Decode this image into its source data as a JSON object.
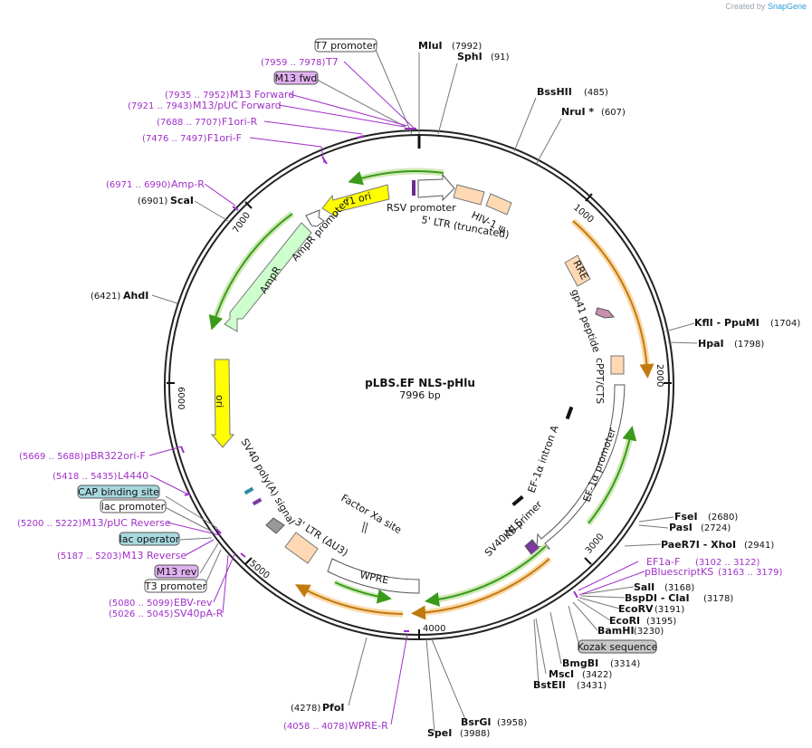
{
  "credit": {
    "prefix": "Created by",
    "brand": "SnapGene"
  },
  "plasmid": {
    "name": "pLBS.EF NLS-pHlu",
    "size": "7996 bp"
  },
  "ticks": [
    "1000",
    "2000",
    "3000",
    "4000",
    "5000",
    "6000",
    "7000"
  ],
  "sites": [
    {
      "name": "MluI",
      "pos": "(7992)"
    },
    {
      "name": "SphI",
      "pos": "(91)"
    },
    {
      "name": "BssHII",
      "pos": "(485)"
    },
    {
      "name": "NruI *",
      "pos": "(607)"
    },
    {
      "name": "KflI - PpuMI",
      "pos": "(1704)"
    },
    {
      "name": "HpaI",
      "pos": "(1798)"
    },
    {
      "name": "FseI",
      "pos": "(2680)"
    },
    {
      "name": "PasI",
      "pos": "(2724)"
    },
    {
      "name": "PaeR7I - XhoI",
      "pos": "(2941)"
    },
    {
      "name": "SalI",
      "pos": "(3168)"
    },
    {
      "name": "BspDI - ClaI",
      "pos": "(3178)"
    },
    {
      "name": "EcoRV",
      "pos": "(3191)"
    },
    {
      "name": "EcoRI",
      "pos": "(3195)"
    },
    {
      "name": "BamHI",
      "pos": "(3230)"
    },
    {
      "name": "BmgBI",
      "pos": "(3314)"
    },
    {
      "name": "MscI",
      "pos": "(3422)"
    },
    {
      "name": "BstEII",
      "pos": "(3431)"
    },
    {
      "name": "BsrGI",
      "pos": "(3958)"
    },
    {
      "name": "SpeI",
      "pos": "(3988)"
    },
    {
      "name": "PfoI",
      "pos": "(4278)"
    },
    {
      "name": "AhdI",
      "pos": "(6421)"
    },
    {
      "name": "ScaI",
      "pos": "(6901)"
    }
  ],
  "primers": [
    {
      "name": "T7",
      "pos": "(7959 .. 7978)"
    },
    {
      "name": "M13 Forward",
      "pos": "(7935 .. 7952)"
    },
    {
      "name": "M13/pUC Forward",
      "pos": "(7921 .. 7943)"
    },
    {
      "name": "F1ori-R",
      "pos": "(7688 .. 7707)"
    },
    {
      "name": "F1ori-F",
      "pos": "(7476 .. 7497)"
    },
    {
      "name": "Amp-R",
      "pos": "(6971 .. 6990)"
    },
    {
      "name": "pBR322ori-F",
      "pos": "(5669 .. 5688)"
    },
    {
      "name": "L4440",
      "pos": "(5418 .. 5435)"
    },
    {
      "name": "M13/pUC Reverse",
      "pos": "(5200 .. 5222)"
    },
    {
      "name": "M13 Reverse",
      "pos": "(5187 .. 5203)"
    },
    {
      "name": "EBV-rev",
      "pos": "(5080 .. 5099)"
    },
    {
      "name": "SV40pA-R",
      "pos": "(5026 .. 5045)"
    },
    {
      "name": "EF1a-F",
      "pos": "(3102 .. 3122)"
    },
    {
      "name": "pBluescriptKS",
      "pos": "(3163 .. 3179)"
    },
    {
      "name": "WPRE-R",
      "pos": "(4058 .. 4078)"
    }
  ],
  "boxed": {
    "t7_promoter": "T7 promoter",
    "m13_fwd": "M13 fwd",
    "cap_binding_site": "CAP binding site",
    "lac_promoter": "lac promoter",
    "lac_operator": "lac operator",
    "m13_rev": "M13 rev",
    "t3_promoter": "T3 promoter",
    "kozak_sequence": "Kozak sequence"
  },
  "features": {
    "rsv_promoter": "RSV promoter",
    "ltr5": "5' LTR (truncated)",
    "hiv_psi": "HIV-1 ψ",
    "rre": "RRE",
    "gp41": "gp41 peptide",
    "cppt": "cPPT/CTS",
    "ef1a_intron": "EF-1α intron A",
    "ef1a_promoter": "EF-1α promoter",
    "ks_primer": "KS primer",
    "sv40_nls": "SV40 NLS",
    "factor_xa": "Factor Xa site",
    "wpre": "WPRE",
    "ltr3": "3' LTR (ΔU3)",
    "sv40_polya": "SV40 poly(A) signal",
    "ori": "ori",
    "ampr": "AmpR",
    "ampr_promoter": "AmpR promoter",
    "f1_ori": "f1 ori"
  },
  "colors": {
    "backbone": "#222222",
    "primer": "#a030c8",
    "ori": "#ffff00",
    "ampr": "#ccffcc",
    "ltr": "#ffd9b3",
    "orf_green": "#3a9a1a",
    "orf_orange": "#c07a10",
    "boxed_purple": "#e0b0f0",
    "boxed_teal": "#a8d8e0",
    "boxed_gray": "#c8c8c8"
  }
}
